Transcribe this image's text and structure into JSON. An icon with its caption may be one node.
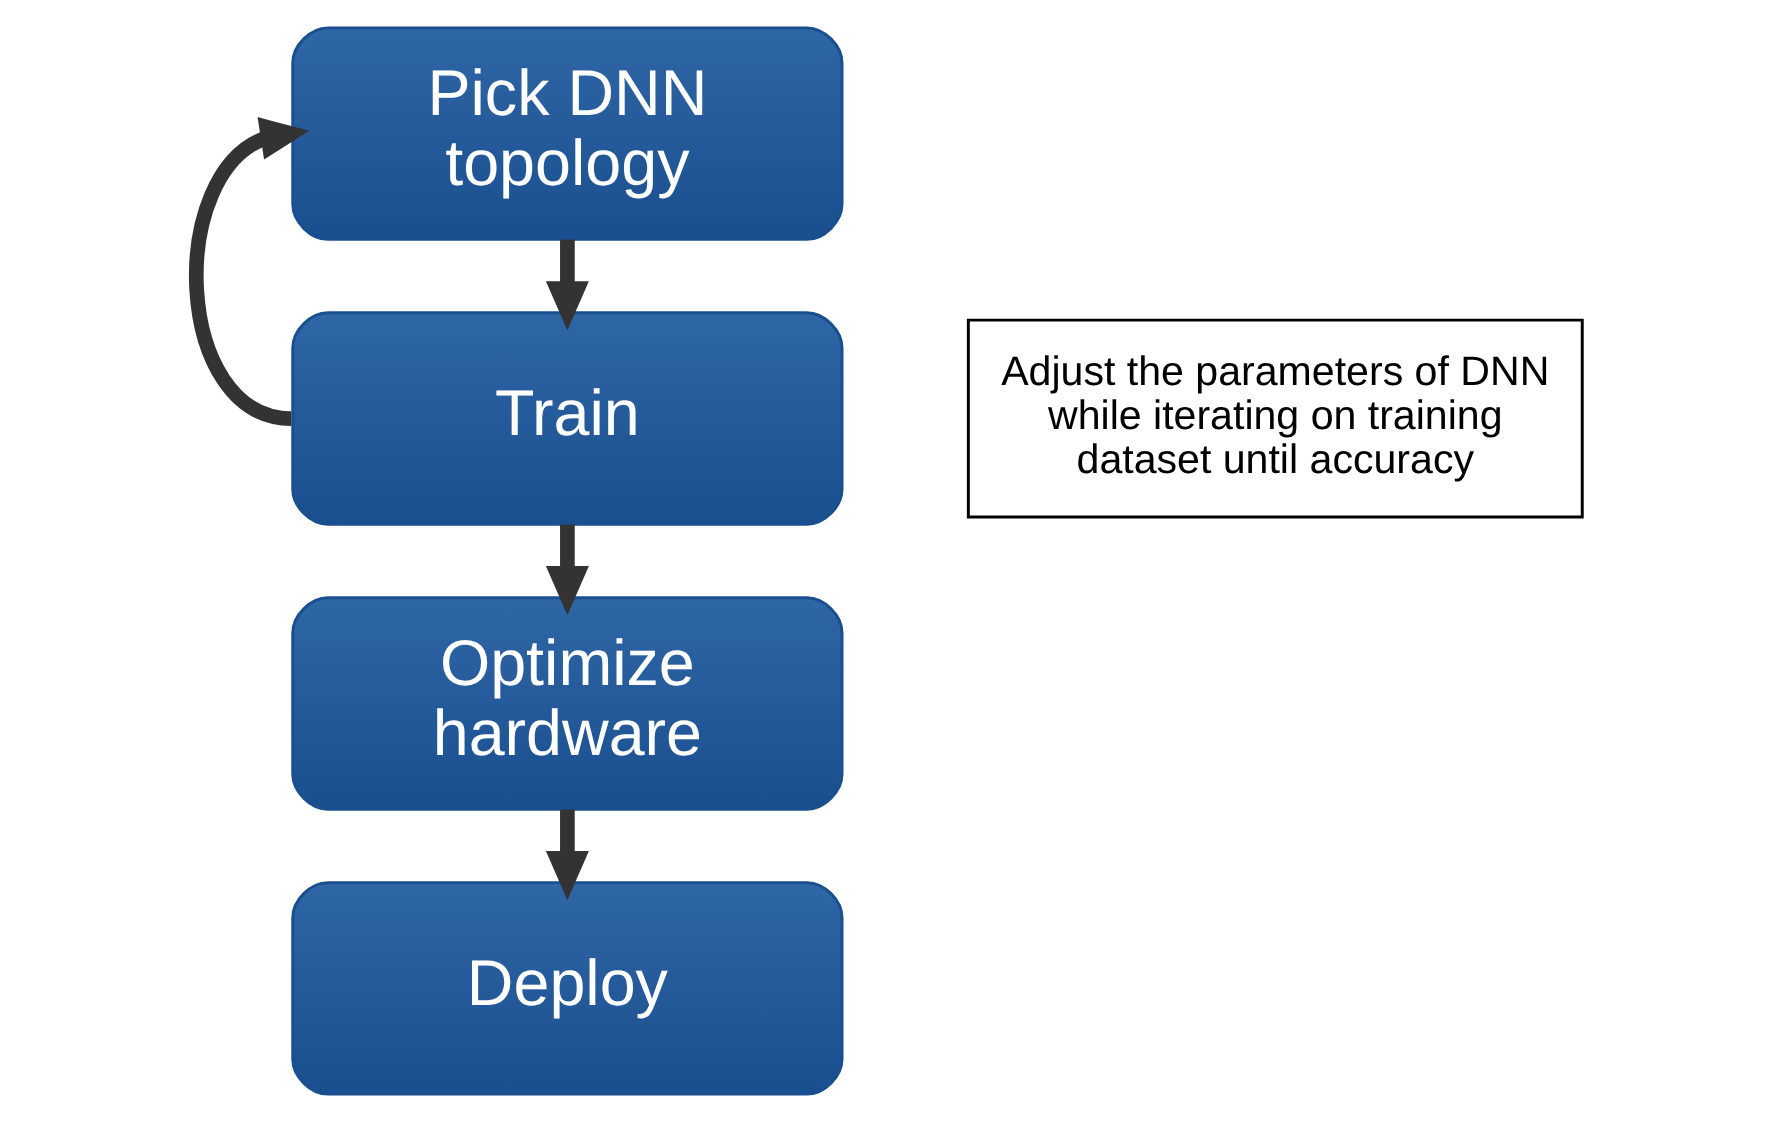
{
  "diagram": {
    "nodes": [
      {
        "text": [
          "Pick DNN topology"
        ]
      },
      {
        "text": [
          "Train"
        ]
      },
      {
        "text": [
          "Optimize hardware"
        ]
      },
      {
        "text": [
          "Deploy"
        ]
      },
      {
        "text": [
          "Adjust the parameters of DNN while iterating on training dataset until accuracy"
        ]
      }
    ],
    "edges": [
      {
        "from": 0,
        "to": 1,
        "arrow": "to"
      },
      {
        "from": 1,
        "to": 2,
        "arrow": "to"
      },
      {
        "from": 2,
        "to": 3,
        "arrow": "to"
      },
      {
        "from": 1,
        "to": 0,
        "arrow": "to"
      }
    ]
  }
}
